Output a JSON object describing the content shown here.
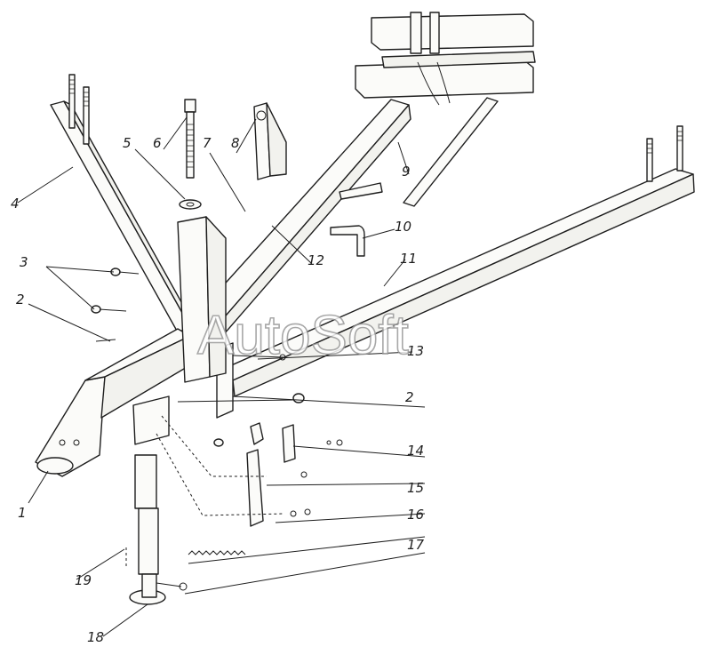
{
  "watermark": "AutoSoft",
  "callouts": [
    {
      "id": "1",
      "label": "1"
    },
    {
      "id": "2a",
      "label": "2"
    },
    {
      "id": "2b",
      "label": "2"
    },
    {
      "id": "3",
      "label": "3"
    },
    {
      "id": "4",
      "label": "4"
    },
    {
      "id": "5",
      "label": "5"
    },
    {
      "id": "6",
      "label": "6"
    },
    {
      "id": "7",
      "label": "7"
    },
    {
      "id": "8",
      "label": "8"
    },
    {
      "id": "9",
      "label": "9"
    },
    {
      "id": "10",
      "label": "10"
    },
    {
      "id": "11",
      "label": "11"
    },
    {
      "id": "12",
      "label": "12"
    },
    {
      "id": "13",
      "label": "13"
    },
    {
      "id": "14",
      "label": "14"
    },
    {
      "id": "15",
      "label": "15"
    },
    {
      "id": "16",
      "label": "16"
    },
    {
      "id": "17",
      "label": "17"
    },
    {
      "id": "18",
      "label": "18"
    },
    {
      "id": "19",
      "label": "19"
    }
  ]
}
